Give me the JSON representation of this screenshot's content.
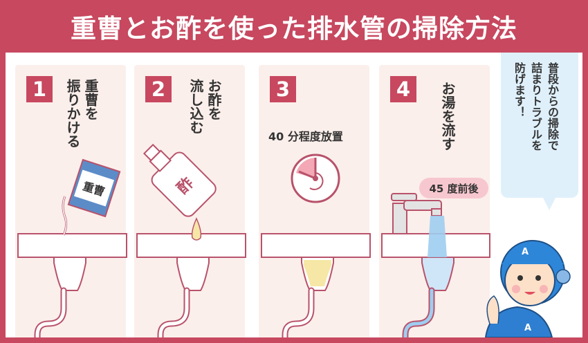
{
  "title": "重曹とお酢を使った排水管の掃除方法",
  "steps": [
    {
      "number": "1",
      "text": "重曹を\n振りかける",
      "label": "重曹"
    },
    {
      "number": "2",
      "text": "お酢を\n流し込む",
      "label": "酢"
    },
    {
      "number": "3",
      "text": "40 分程度放置"
    },
    {
      "number": "4",
      "text": "お湯を流す",
      "badge": "45 度前後"
    }
  ],
  "advice": "普段からの掃除で\n詰まりトラブルを\n防げます！",
  "mascot": {
    "cap_letter": "A",
    "shirt_letter": "A"
  },
  "colors": {
    "accent": "#c7485f",
    "panel": "#fbefeb",
    "bubble": "#dff0fb"
  }
}
